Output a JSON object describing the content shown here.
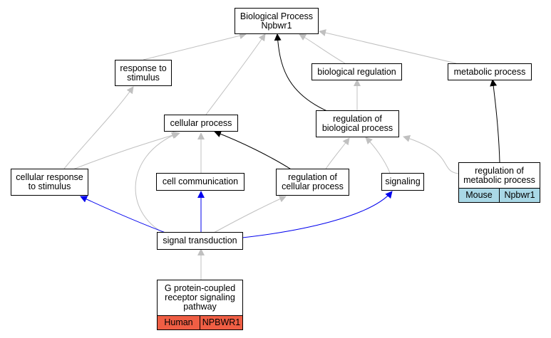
{
  "nodes": {
    "root": {
      "label": "Biological Process\nNpbwr1"
    },
    "response_to_stimulus": {
      "label": "response to\nstimulus"
    },
    "biological_regulation": {
      "label": "biological regulation"
    },
    "metabolic_process": {
      "label": "metabolic process"
    },
    "cellular_process": {
      "label": "cellular process"
    },
    "regulation_of_biological_process": {
      "label": "regulation of\nbiological process"
    },
    "cellular_response_to_stimulus": {
      "label": "cellular response\nto stimulus"
    },
    "cell_communication": {
      "label": "cell communication"
    },
    "regulation_of_cellular_process": {
      "label": "regulation of\ncellular process"
    },
    "signaling": {
      "label": "signaling"
    },
    "regulation_of_metabolic_process": {
      "label": "regulation of\nmetabolic process",
      "species": "Mouse",
      "gene": "Npbwr1",
      "species_color": "#a9d8e6"
    },
    "signal_transduction": {
      "label": "signal transduction"
    },
    "gpcr_signaling_pathway": {
      "label": "G protein-coupled\nreceptor signaling\npathway",
      "species": "Human",
      "gene": "NPBWR1",
      "species_color": "#ef5e44"
    }
  },
  "edge_colors": {
    "gray": "#c0c0c0",
    "black": "#000000",
    "blue": "#0000ee"
  }
}
